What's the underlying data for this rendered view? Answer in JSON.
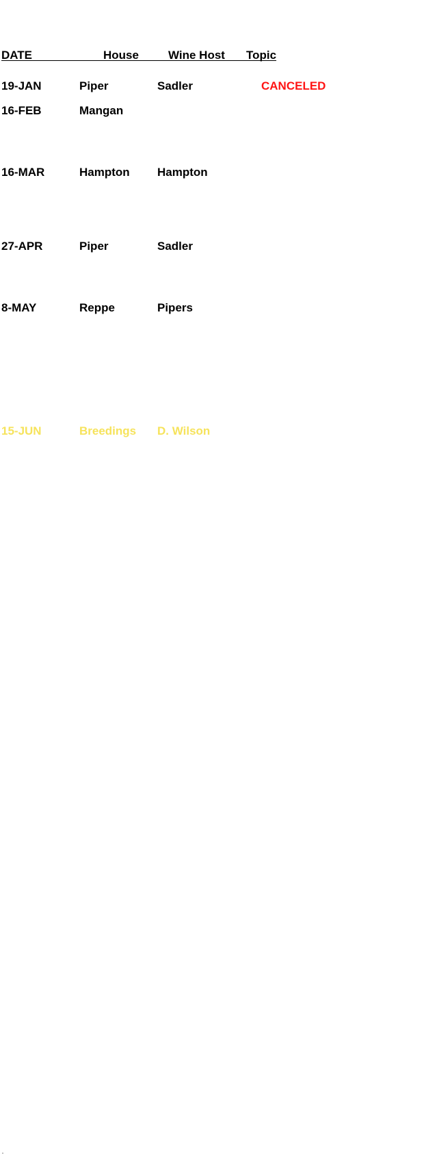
{
  "headers": {
    "date": "DATE",
    "house": "House",
    "wine_host": "Wine Host",
    "topic": "Topic"
  },
  "rows": [
    {
      "date": "19-JAN",
      "house": "Piper",
      "wine_host": "Sadler",
      "topic": "CANCELED"
    },
    {
      "date": "16-FEB",
      "house": "Mangan",
      "wine_host": "",
      "topic": ""
    },
    {
      "date": "16-MAR",
      "house": "Hampton",
      "wine_host": "Hampton",
      "topic": ""
    },
    {
      "date": "27-APR",
      "house": "Piper",
      "wine_host": "Sadler",
      "topic": ""
    },
    {
      "date": "8-MAY",
      "house": "Reppe",
      "wine_host": "Pipers",
      "topic": ""
    },
    {
      "date": "15-JUN",
      "house": "Breedings",
      "wine_host": "D. Wilson",
      "topic": ""
    }
  ],
  "colors": {
    "text": "#000000",
    "canceled": "#ff1414",
    "faded_row": "#f6e35c"
  }
}
